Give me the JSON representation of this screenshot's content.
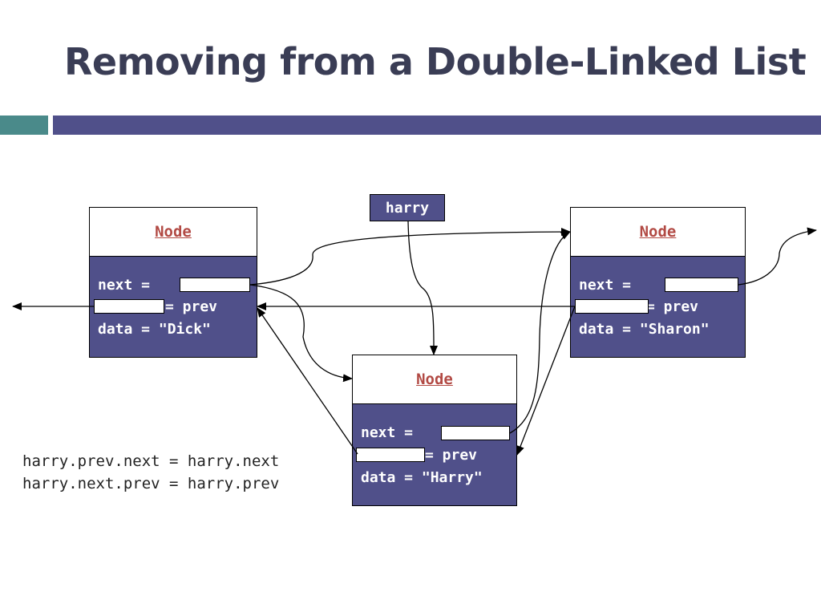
{
  "slide": {
    "title": "Removing from a Double-Linked List"
  },
  "variable": {
    "label": "harry"
  },
  "nodes": [
    {
      "header": "Node",
      "next_label": "next =",
      "prev_label": "= prev",
      "data_label": "data = \"Dick\""
    },
    {
      "header": "Node",
      "next_label": "next =",
      "prev_label": "= prev",
      "data_label": "data = \"Sharon\""
    },
    {
      "header": "Node",
      "next_label": "next =",
      "prev_label": "= prev",
      "data_label": "data = \"Harry\""
    }
  ],
  "code": {
    "line1": "harry.prev.next = harry.next",
    "line2": "harry.next.prev = harry.prev"
  },
  "colors": {
    "title": "#3a3d55",
    "accent_teal": "#4a8a8a",
    "accent_blue": "#50508a",
    "node_header_text": "#b24a44"
  }
}
